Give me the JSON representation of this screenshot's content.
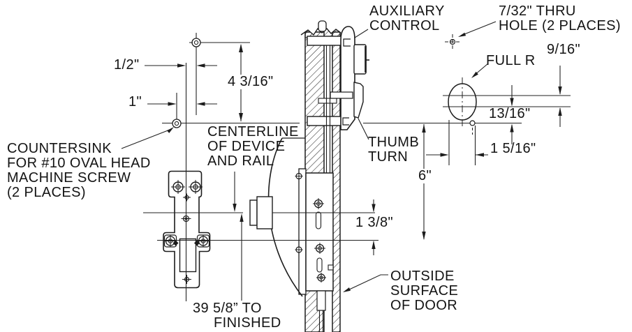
{
  "callouts": {
    "auxiliary_control": [
      "AUXILIARY",
      "CONTROL"
    ],
    "thru_hole": [
      "7/32\" THRU",
      "HOLE (2 PLACES)"
    ],
    "full_radius": "FULL R",
    "thumb_turn": [
      "THUMB",
      "TURN"
    ],
    "countersink": [
      "COUNTERSINK",
      "FOR #10 OVAL HEAD",
      "MACHINE SCREW",
      "(2 PLACES)"
    ],
    "centerline": [
      "CENTERLINE",
      "OF DEVICE",
      "AND RAIL"
    ],
    "outside_surface": [
      "OUTSIDE",
      "SURFACE",
      "OF DOOR"
    ],
    "floor_reference": [
      "39 5/8” TO",
      "FINISHED"
    ]
  },
  "dimensions": {
    "rail_to_top_hole": "1/2\"",
    "hole_to_hole": "1\"",
    "top_hole_to_centerline": "4 3/16\"",
    "slot_height": "9/16\"",
    "slot_to_centerline": "13/16\"",
    "hole_offset": "1 5/16\"",
    "centerline_to_latch": "6\"",
    "device_cl_to_latch": "1 3/8\""
  },
  "colors": {
    "line": "#1c1c1c",
    "background": "#ffffff"
  }
}
